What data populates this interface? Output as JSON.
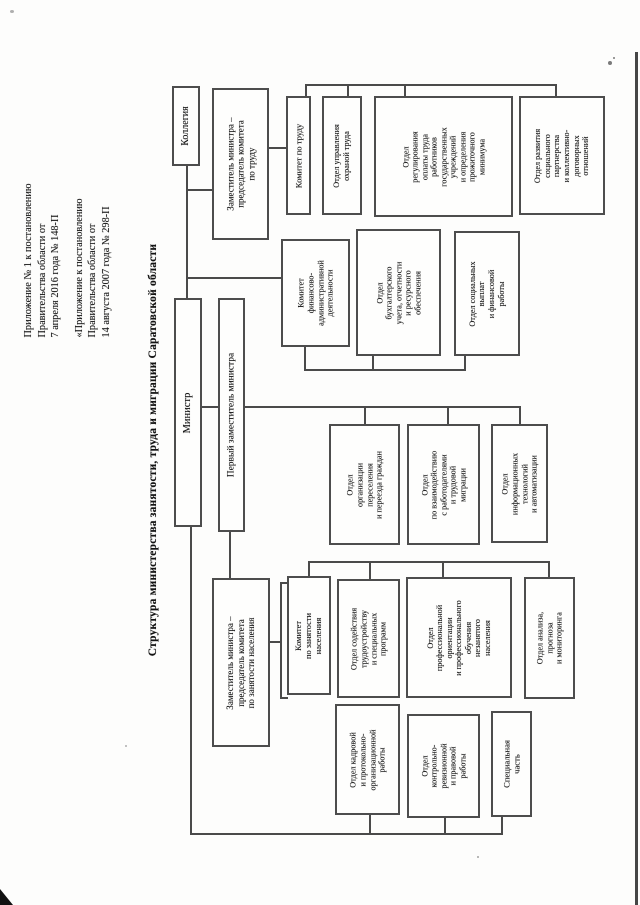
{
  "document": {
    "appendix_note_1": "Приложение № 1 к постановлению\nПравительства области от\n7 апреля 2016 года  № 148-П",
    "appendix_note_2": "«Приложение к постановлению\nПравительства области от\n14 августа 2007 года № 298-П",
    "title": "Структура министерства занятости, труда и миграции Саратовской области"
  },
  "org": {
    "nodes": {
      "kollegiya": "Коллегия",
      "minister": "Министр",
      "first_deputy": "Первый заместитель министра",
      "deputy_labor": "Заместитель министра –\nпредседатель комитета\nпо труду",
      "deputy_employment": "Заместитель министра –\nпредседатель комитета\nпо занятости населения",
      "labor_committee": "Комитет по труду",
      "dept_labor_safety": "Отдел управления\nохраной труда",
      "dept_wage_regulation": "Отдел\nрегулирования\nоплаты труда\nработников\nгосударственных\nучреждений\nи определения\nпрожиточного\nминимума",
      "dept_social_partnership": "Отдел развития\nсоциального\nпартнерства\nи коллективно-\nдоговорных\nотношений",
      "finadmin_committee": "Комитет\nфинансово-\nадминистративной\nдеятельности",
      "dept_accounting": "Отдел\nбухгалтерского\nучета, отчетности\nи ресурсного\nобеспечения",
      "dept_social_payments": "Отдел социальных\nвыплат\nи финансовой\nработы",
      "dept_resettlement": "Отдел\nорганизации\nпереселения\nи переезда граждан",
      "dept_employers": "Отдел\nпо взаимодействию\nс работодателями\nи трудовой\nмиграции",
      "dept_it": "Отдел\nинформационных\nтехнологий\nи автоматизации",
      "employment_committee": "Комитет\nпо занятости\nнаселения",
      "dept_job_placement": "Отдел содействия\nтрудоустройству\nи специальных\nпрограмм",
      "dept_vocational": "Отдел\nпрофессиональной\nориентации\nи профессионального\nобучения\nнезанятого\nнаселения",
      "dept_analysis": "Отдел анализа,\nпрогноза\nи мониторинга",
      "dept_hr": "Отдел кадровой\nи протокольно-\nорганизационной\nработы",
      "dept_audit_legal": "Отдел\nконтрольно-\nревизионной\nи правовой\nработы",
      "special_unit": "Специальная\nчасть"
    },
    "edges": [
      [
        "minister",
        "kollegiya"
      ],
      [
        "minister",
        "deputy_labor"
      ],
      [
        "minister",
        "first_deputy"
      ],
      [
        "minister",
        "finadmin_committee"
      ],
      [
        "deputy_labor",
        "labor_committee"
      ],
      [
        "labor_committee",
        "dept_labor_safety"
      ],
      [
        "labor_committee",
        "dept_wage_regulation"
      ],
      [
        "labor_committee",
        "dept_social_partnership"
      ],
      [
        "finadmin_committee",
        "dept_accounting"
      ],
      [
        "finadmin_committee",
        "dept_social_payments"
      ],
      [
        "first_deputy",
        "dept_resettlement"
      ],
      [
        "first_deputy",
        "dept_employers"
      ],
      [
        "first_deputy",
        "dept_it"
      ],
      [
        "first_deputy",
        "deputy_employment"
      ],
      [
        "deputy_employment",
        "employment_committee"
      ],
      [
        "employment_committee",
        "dept_job_placement"
      ],
      [
        "employment_committee",
        "dept_vocational"
      ],
      [
        "employment_committee",
        "dept_analysis"
      ],
      [
        "minister",
        "dept_hr"
      ],
      [
        "minister",
        "dept_audit_legal"
      ],
      [
        "minister",
        "special_unit"
      ]
    ]
  }
}
